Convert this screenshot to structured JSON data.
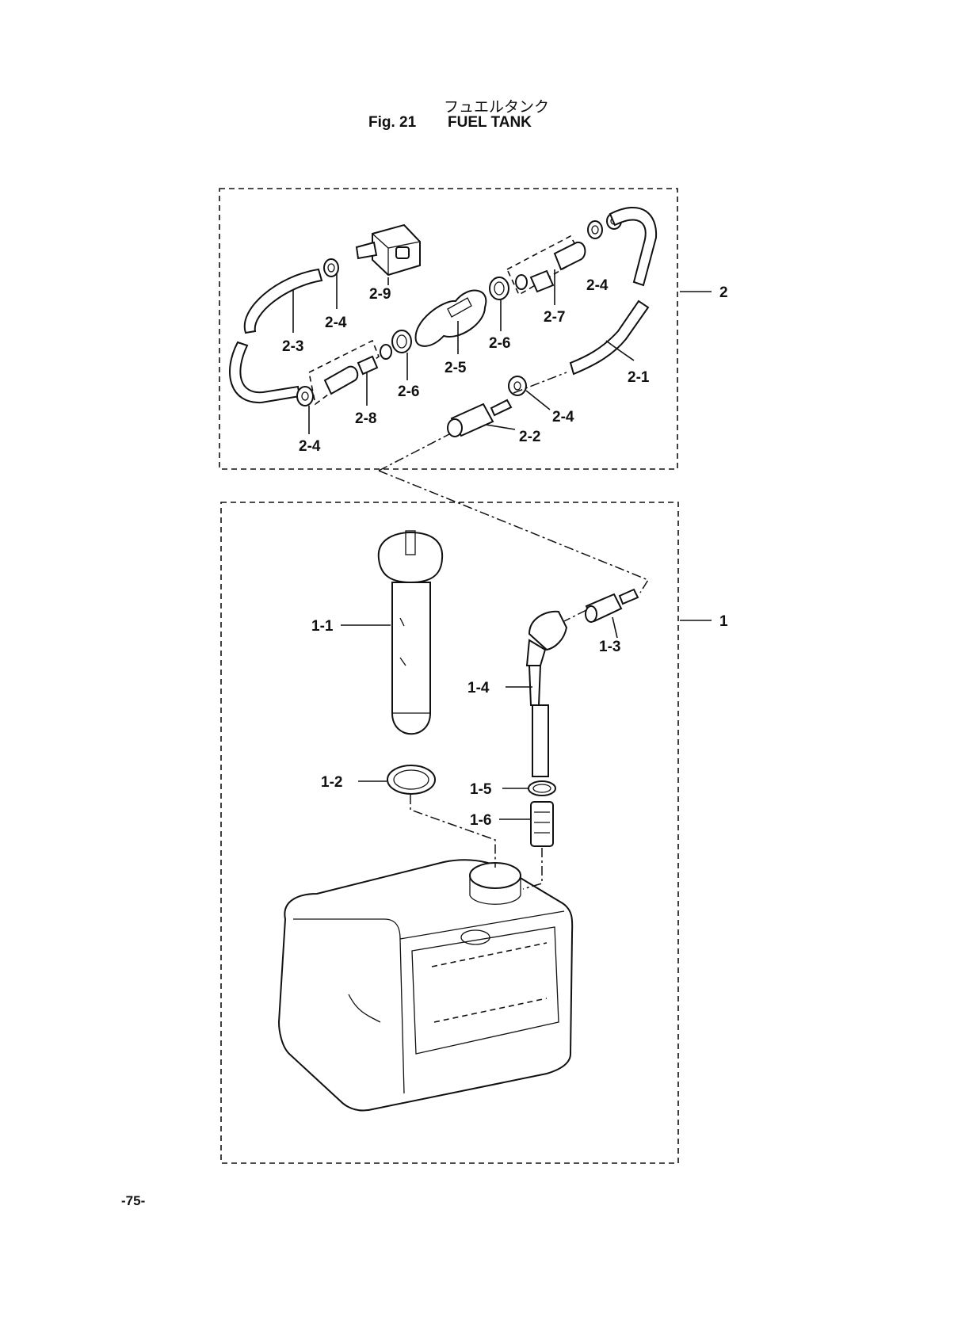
{
  "title": {
    "japanese": "フュエルタンク",
    "figure": "Fig. 21",
    "english": "FUEL TANK"
  },
  "page_number": "-75-",
  "callouts": {
    "c2": "2",
    "c1": "1",
    "c2_9": "2-9",
    "c2_4a": "2-4",
    "c2_3": "2-3",
    "c2_4b": "2-4",
    "c2_7": "2-7",
    "c2_6a": "2-6",
    "c2_5": "2-5",
    "c2_6b": "2-6",
    "c2_1": "2-1",
    "c2_4c": "2-4",
    "c2_8": "2-8",
    "c2_2": "2-2",
    "c2_4d": "2-4",
    "c1_1": "1-1",
    "c1_3": "1-3",
    "c1_4": "1-4",
    "c1_2": "1-2",
    "c1_5": "1-5",
    "c1_6": "1-6"
  }
}
